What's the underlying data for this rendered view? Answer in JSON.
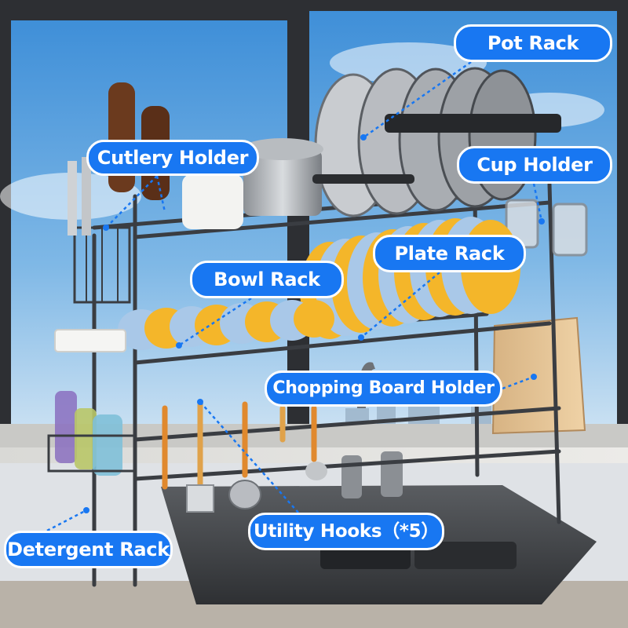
{
  "callouts": {
    "pot_rack": "Pot Rack",
    "cutlery_holder": "Cutlery Holder",
    "cup_holder": "Cup Holder",
    "plate_rack": "Plate Rack",
    "bowl_rack": "Bowl Rack",
    "chopping_board_holder": "Chopping Board Holder",
    "utility_hooks": "Utility Hooks（*5）",
    "detergent_rack": "Detergent Rack"
  },
  "colors": {
    "callout_fill": "#1877f2",
    "callout_text": "#ffffff",
    "leader_line": "#1877f2",
    "rack_metal": "#3a3d42",
    "plate_yellow": "#f4b62a",
    "plate_blue": "#a9c8e8"
  }
}
